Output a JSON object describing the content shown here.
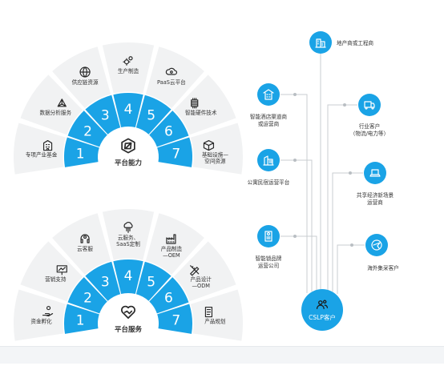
{
  "colors": {
    "accent": "#1aa3e6",
    "outer_ring": "#f1f2f3",
    "line": "#c9cdd1",
    "text": "#333333",
    "white": "#ffffff"
  },
  "fan_top": {
    "center_label": "平台能力",
    "center_icon": "hexagon-chip-icon",
    "segments": [
      {
        "number": "1",
        "label": [
          "专项产业基金"
        ],
        "icon": "building-icon"
      },
      {
        "number": "2",
        "label": [
          "数据分析服务"
        ],
        "icon": "network-icon"
      },
      {
        "number": "3",
        "label": [
          "供应链资源"
        ],
        "icon": "globe-icon"
      },
      {
        "number": "4",
        "label": [
          "生产制造"
        ],
        "icon": "gears-icon"
      },
      {
        "number": "5",
        "label": [
          "PaaS云平台"
        ],
        "icon": "cloud-gear-icon"
      },
      {
        "number": "6",
        "label": [
          "智能硬件技术"
        ],
        "icon": "chip-icon"
      },
      {
        "number": "7",
        "label": [
          "基础设施—",
          "空间资源"
        ],
        "icon": "cube-icon"
      }
    ]
  },
  "fan_bottom": {
    "center_label": "平台服务",
    "center_icon": "heart-handshake-icon",
    "segments": [
      {
        "number": "1",
        "label": [
          "资金孵化"
        ],
        "icon": "hand-money-icon"
      },
      {
        "number": "2",
        "label": [
          "营销支持"
        ],
        "icon": "chart-board-icon"
      },
      {
        "number": "3",
        "label": [
          "云客服"
        ],
        "icon": "headset-icon"
      },
      {
        "number": "4",
        "label": [
          "云服务、",
          "SaaS定制"
        ],
        "icon": "cloud-service-icon"
      },
      {
        "number": "5",
        "label": [
          "产品制造",
          "—OEM"
        ],
        "icon": "factory-icon"
      },
      {
        "number": "6",
        "label": [
          "产品设计",
          "—ODM"
        ],
        "icon": "pencil-ruler-icon"
      },
      {
        "number": "7",
        "label": [
          "产品规划"
        ],
        "icon": "checklist-icon"
      }
    ]
  },
  "network": {
    "hub_label": "CSLP客户",
    "hub_icon": "users-icon",
    "nodes": [
      {
        "id": "top",
        "label": [
          "地产商或工程商"
        ],
        "icon": "buildings-icon"
      },
      {
        "id": "left1",
        "label": [
          "智能酒店渠道商",
          "或运营商"
        ],
        "icon": "hotel-icon"
      },
      {
        "id": "left2",
        "label": [
          "公寓民宿运营平台"
        ],
        "icon": "apartment-icon"
      },
      {
        "id": "left3",
        "label": [
          "智能锁品牌",
          "运营公司"
        ],
        "icon": "lock-icon"
      },
      {
        "id": "right1",
        "label": [
          "行业客户",
          "（物流/电力等）"
        ],
        "icon": "truck-icon"
      },
      {
        "id": "right2",
        "label": [
          "共享经济新场景",
          "运营商"
        ],
        "icon": "laptop-icon"
      },
      {
        "id": "right3",
        "label": [
          "海外集采客户"
        ],
        "icon": "globe-plane-icon"
      }
    ]
  }
}
